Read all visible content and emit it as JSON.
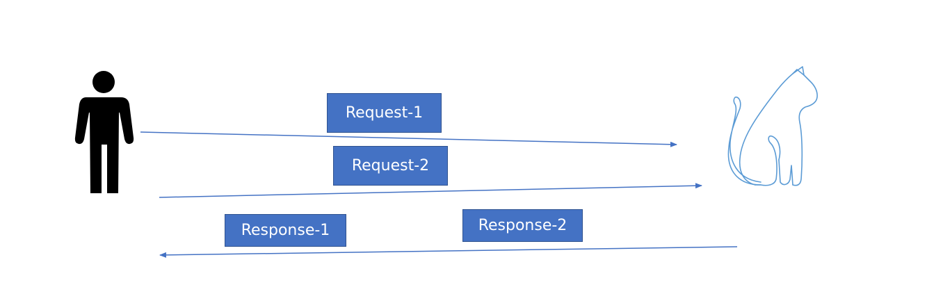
{
  "actors": {
    "client_icon": "person-icon",
    "server_icon": "cat-icon"
  },
  "messages": [
    {
      "id": "request-1",
      "label": "Request-1",
      "direction": "client-to-server"
    },
    {
      "id": "request-2",
      "label": "Request-2",
      "direction": "client-to-server"
    },
    {
      "id": "response-1",
      "label": "Response-1",
      "direction": "server-to-client"
    },
    {
      "id": "response-2",
      "label": "Response-2",
      "direction": "server-to-client"
    }
  ],
  "colors": {
    "label_fill": "#4472c4",
    "label_border": "#2f528f",
    "label_text": "#ffffff",
    "arrow": "#4472c4",
    "person": "#000000",
    "cat_outline": "#5b9bd5"
  }
}
